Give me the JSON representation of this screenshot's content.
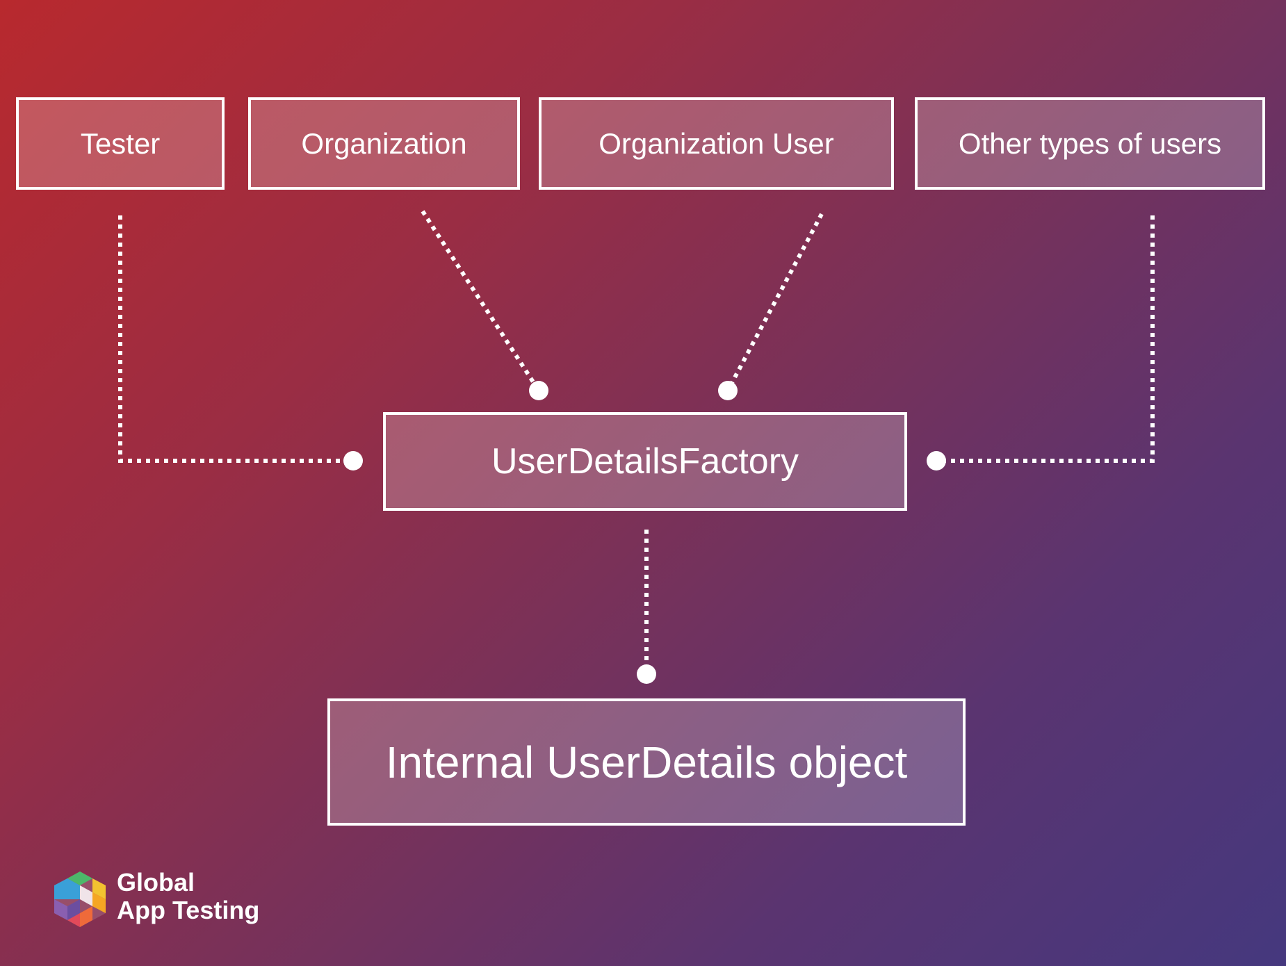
{
  "diagram": {
    "sources": [
      {
        "id": "tester",
        "label": "Tester"
      },
      {
        "id": "organization",
        "label": "Organization"
      },
      {
        "id": "organization-user",
        "label": "Organization User"
      },
      {
        "id": "other-users",
        "label": "Other types of users"
      }
    ],
    "factory": {
      "label": "UserDetailsFactory"
    },
    "output": {
      "label": "Internal UserDetails object"
    },
    "edges": [
      {
        "from": "tester",
        "to": "factory"
      },
      {
        "from": "organization",
        "to": "factory"
      },
      {
        "from": "organization-user",
        "to": "factory"
      },
      {
        "from": "other-users",
        "to": "factory"
      },
      {
        "from": "factory",
        "to": "output"
      }
    ]
  },
  "logo": {
    "line1": "Global",
    "line2": "App Testing",
    "colors": [
      "#4cb86a",
      "#3aa0d8",
      "#f2c230",
      "#ef6a3a",
      "#8a5fb0",
      "#e24a5a"
    ]
  },
  "colors": {
    "stroke": "#ffffff",
    "gradient_start": "#b8292e",
    "gradient_end": "#45387e"
  }
}
